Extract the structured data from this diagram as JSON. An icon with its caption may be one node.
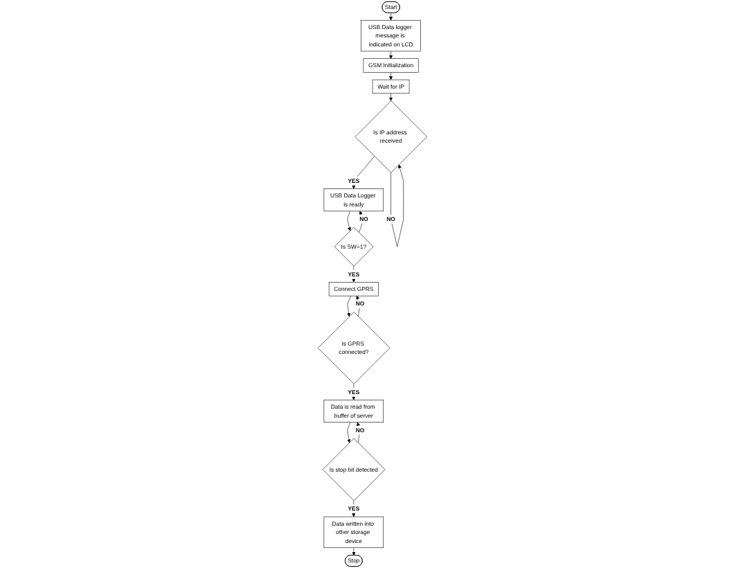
{
  "diagram": {
    "nodes": [
      {
        "text": [
          "Start"
        ]
      },
      {
        "text": [
          "USB Data logger message is indicated on LCD"
        ]
      },
      {
        "text": [
          "GSM Initialization"
        ]
      },
      {
        "text": [
          "Wait for IP"
        ]
      },
      {
        "text": [
          "Is IP address received"
        ]
      },
      {
        "text": [
          "USB Data Logger is ready"
        ]
      },
      {
        "text": [
          "Is SW=1?"
        ]
      },
      {
        "text": [
          "Connect GPRS"
        ]
      },
      {
        "text": [
          "Is GPRS connected?"
        ]
      },
      {
        "text": [
          "Data is read from buffer of server"
        ]
      },
      {
        "text": [
          "Is stop bit detected"
        ]
      },
      {
        "text": [
          "Data written into other storage device"
        ]
      },
      {
        "text": [
          "Stop"
        ]
      }
    ],
    "edges": [
      {
        "from": 0,
        "to": 1,
        "arrow": "to"
      },
      {
        "from": 1,
        "to": 2,
        "arrow": "to"
      },
      {
        "from": 2,
        "to": 3,
        "arrow": "to"
      },
      {
        "from": 3,
        "to": 4,
        "arrow": "to"
      },
      {
        "from": 4,
        "to": 4,
        "arrow": "to",
        "label": "NO"
      },
      {
        "from": 4,
        "to": 5,
        "arrow": "to",
        "label": "YES"
      },
      {
        "from": 5,
        "to": 6,
        "arrow": "to"
      },
      {
        "from": 6,
        "to": 5,
        "arrow": "to",
        "label": "NO"
      },
      {
        "from": 6,
        "to": 7,
        "arrow": "to",
        "label": "YES"
      },
      {
        "from": 7,
        "to": 8,
        "arrow": "to"
      },
      {
        "from": 8,
        "to": 7,
        "arrow": "to",
        "label": "NO"
      },
      {
        "from": 8,
        "to": 9,
        "arrow": "to",
        "label": "YES"
      },
      {
        "from": 9,
        "to": 10,
        "arrow": "to"
      },
      {
        "from": 10,
        "to": 9,
        "arrow": "to",
        "label": "NO"
      },
      {
        "from": 10,
        "to": 11,
        "arrow": "to",
        "label": "YES"
      },
      {
        "from": 11,
        "to": 12,
        "arrow": "to"
      }
    ]
  }
}
